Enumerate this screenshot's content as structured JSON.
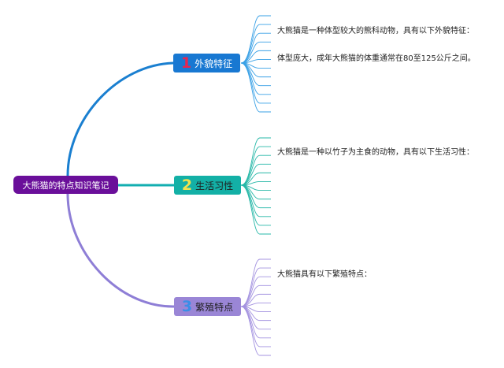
{
  "root": {
    "label": "大熊猫的特点知识笔记",
    "color": "#6a0f9a"
  },
  "branches": [
    {
      "number": "1",
      "label": "外貌特征",
      "fill": "#1878d2",
      "number_color": "#e8244f",
      "label_color": "#ffffff",
      "line_color": "#1a7fd0",
      "leaf_color": "#3aa1e6",
      "leaf_count": 12,
      "texts": [
        "大熊猫是一种体型较大的熊科动物，具有以下外貌特征：",
        "体型庞大，成年大熊猫的体重通常在80至125公斤之间。"
      ]
    },
    {
      "number": "2",
      "label": "生活习性",
      "fill": "#13b0a6",
      "number_color": "#f2e24d",
      "label_color": "#1f1f1f",
      "line_color": "#12aeb0",
      "leaf_color": "#27b8a8",
      "leaf_count": 12,
      "texts": [
        "大熊猫是一种以竹子为主食的动物，具有以下生活习性："
      ]
    },
    {
      "number": "3",
      "label": "繁殖特点",
      "fill": "#9a86d6",
      "number_color": "#3a8ee6",
      "label_color": "#1f1f1f",
      "line_color": "#8e7ed6",
      "leaf_color": "#a493e0",
      "leaf_count": 12,
      "texts": [
        "大熊猫具有以下繁殖特点："
      ]
    }
  ]
}
